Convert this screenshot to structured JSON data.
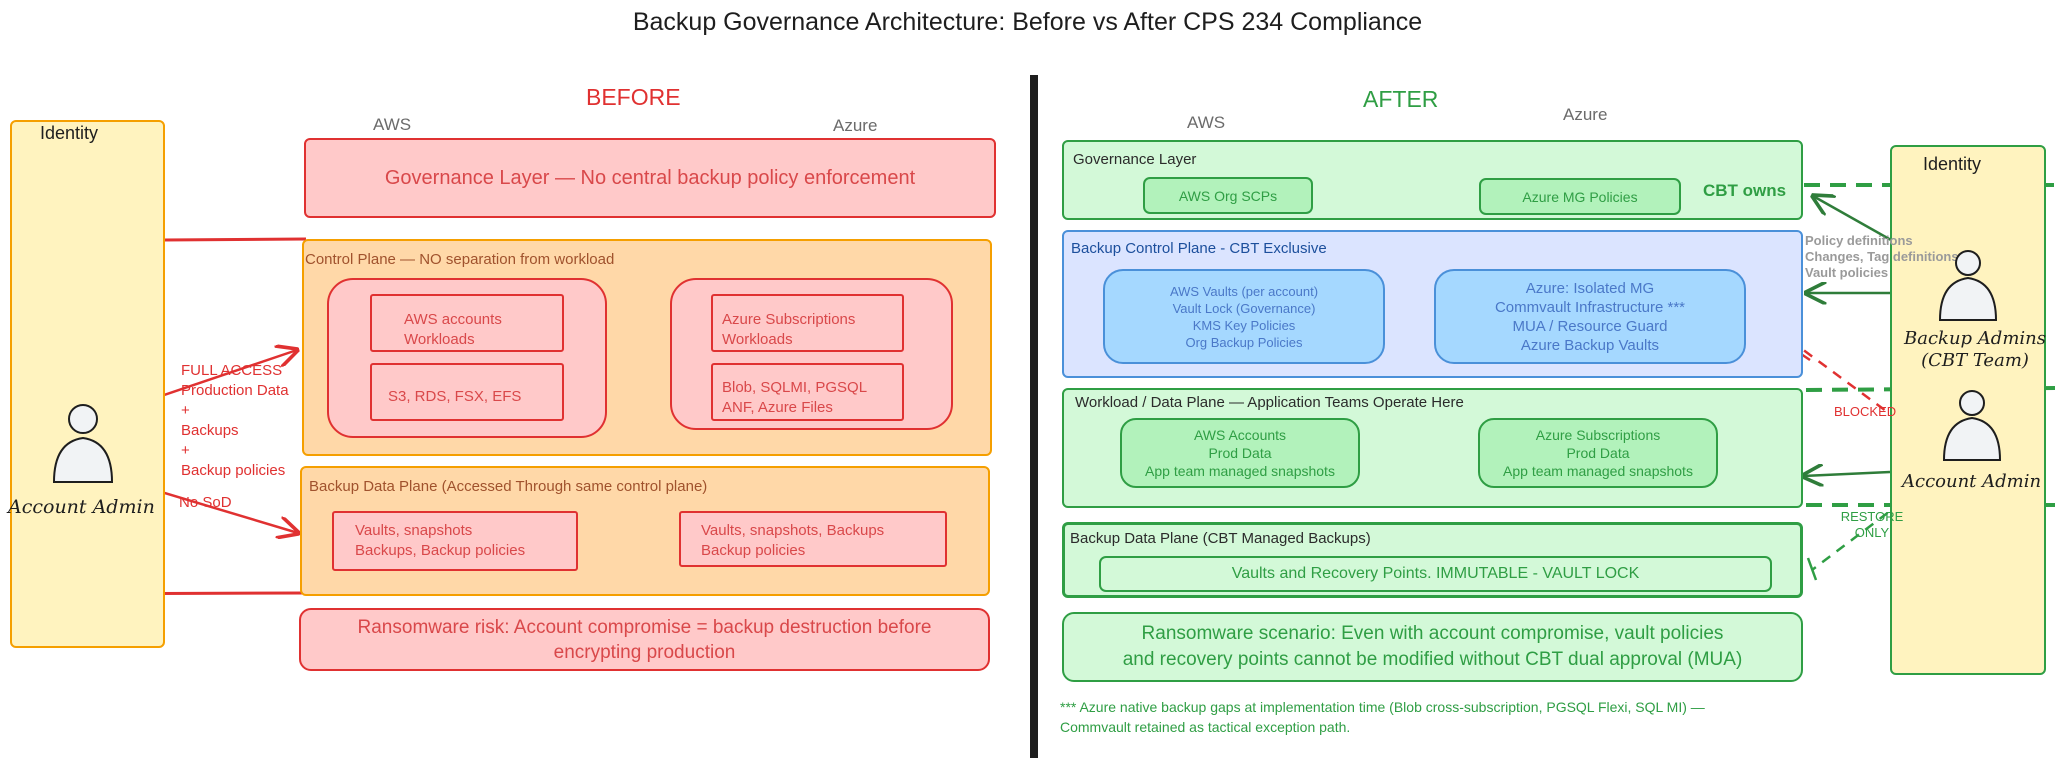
{
  "title": "Backup Governance Architecture: Before vs After CPS 234 Compliance",
  "before": {
    "heading": "BEFORE",
    "col_aws": "AWS",
    "col_azure": "Azure",
    "identity_label": "Identity",
    "account_admin": "Account Admin",
    "access_note": "FULL ACCESS\nProduction Data\n+\nBackups\n+\nBackup policies",
    "no_sod": "No SoD",
    "governance": "Governance Layer  —  No central backup policy enforcement",
    "control_plane": "Control Plane  —  NO separation from workload",
    "aws_workloads": "AWS accounts\nWorkloads",
    "aws_services": "S3, RDS, FSX, EFS",
    "azure_workloads": "Azure Subscriptions\nWorkloads",
    "azure_services": "Blob, SQLMI, PGSQL\nANF, Azure Files",
    "data_plane": "Backup Data Plane (Accessed Through same control plane)",
    "aws_vaults": "Vaults, snapshots\nBackups, Backup policies",
    "azure_vaults": "Vaults, snapshots, Backups\nBackup policies",
    "ransomware": "Ransomware risk: Account compromise = backup destruction before\nencrypting production"
  },
  "after": {
    "heading": "AFTER",
    "col_aws": "AWS",
    "col_azure": "Azure",
    "identity_label": "Identity",
    "governance": "Governance Layer",
    "aws_scps": "AWS Org SCPs",
    "azure_mg": "Azure MG Policies",
    "cbt_owns": "CBT owns",
    "control_plane": "Backup Control Plane  - CBT Exclusive",
    "aws_vaults": "AWS Vaults (per account)\nVault Lock (Governance)\nKMS Key Policies\nOrg Backup Policies",
    "azure_isolated": "Azure: Isolated MG\nCommvault Infrastructure ***\nMUA / Resource Guard\nAzure Backup Vaults",
    "policy_note": "Policy definitions\nChanges, Tag definitions\nVault policies",
    "backup_admins": "Backup Admins\n(CBT Team)",
    "workload_plane": "Workload / Data Plane  —  Application Teams Operate Here",
    "aws_accounts": "AWS Accounts\nProd Data\nApp team managed snapshots",
    "azure_subs": "Azure Subscriptions\nProd Data\nApp team managed snapshots",
    "blocked": "BLOCKED",
    "account_admin": "Account Admin",
    "restore_only": "RESTORE\nONLY",
    "data_plane": "Backup Data Plane (CBT Managed Backups)",
    "recovery_points": "Vaults and Recovery Points. IMMUTABLE - VAULT LOCK",
    "ransomware": "Ransomware scenario: Even with account compromise, vault policies\nand recovery points cannot be modified without CBT dual approval (MUA)",
    "footnote": "*** Azure native backup gaps at implementation time (Blob cross-subscription, PGSQL Flexi, SQL MI) —\nCommvault retained as tactical exception path."
  },
  "colors": {
    "red": "#e03131",
    "red_fill": "#ffc9c9",
    "orange_fill": "#ffd8a8",
    "orange": "#f59f00",
    "green": "#2f9e44",
    "green_fill": "#d3f9d8",
    "green_inner": "#b2f2bb",
    "blue": "#4a90d9",
    "blue_fill": "#dbe4ff",
    "blue_inner": "#a5d8ff",
    "yellow_fill": "#fff3bf"
  }
}
